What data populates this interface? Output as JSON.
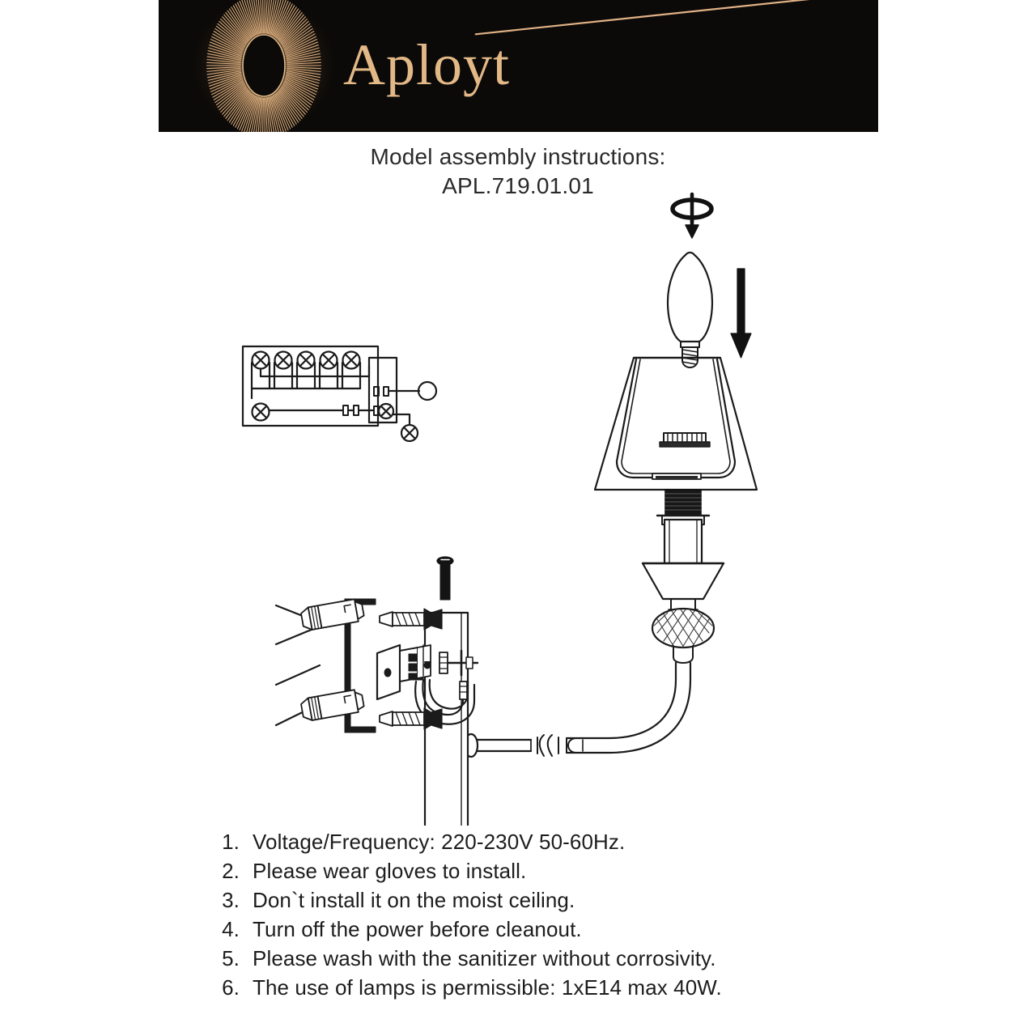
{
  "header": {
    "brand": "Aployt",
    "background_color": "#0c0a08",
    "accent_color": "#e2b887",
    "logo_icon": "sunburst-ring-icon",
    "ray_icon": "corner-rays-icon"
  },
  "title": {
    "line1": "Model assembly instructions:",
    "line2": "APL.719.01.01"
  },
  "diagram": {
    "name": "wall-sconce-assembly-diagram",
    "parts": {
      "terminal_block": "terminal-block-wiring-diagram",
      "bulb": "candle-bulb-e14",
      "rotation_symbol": "rotate-to-screw-icon",
      "down_arrow": "insert-down-arrow-icon",
      "lampshade": "trapezoid-lampshade",
      "socket": "lamp-socket-e14",
      "decor_ball": "knurled-decorative-ball",
      "arm": "curved-lamp-arm",
      "backplate": "wall-mounting-backplate",
      "bracket": "c-shaped-wall-bracket",
      "wall_hatch": "wall-surface-hatching",
      "wall_anchors": "wall-anchor-dowel",
      "screws": "mounting-screw",
      "bolts": "backplate-bolt",
      "wires": "connection-wires"
    }
  },
  "instructions": {
    "items": [
      {
        "num": "1.",
        "text": "Voltage/Frequency: 220-230V 50-60Hz."
      },
      {
        "num": "2.",
        "text": "Please wear gloves to install."
      },
      {
        "num": "3.",
        "text": "Don`t install it on the moist ceiling."
      },
      {
        "num": "4.",
        "text": "Turn off the power before cleanout."
      },
      {
        "num": "5.",
        "text": "Please wash with the sanitizer without corrosivity."
      },
      {
        "num": "6.",
        "text": "The use of lamps is permissible: 1xE14 max 40W."
      }
    ]
  }
}
